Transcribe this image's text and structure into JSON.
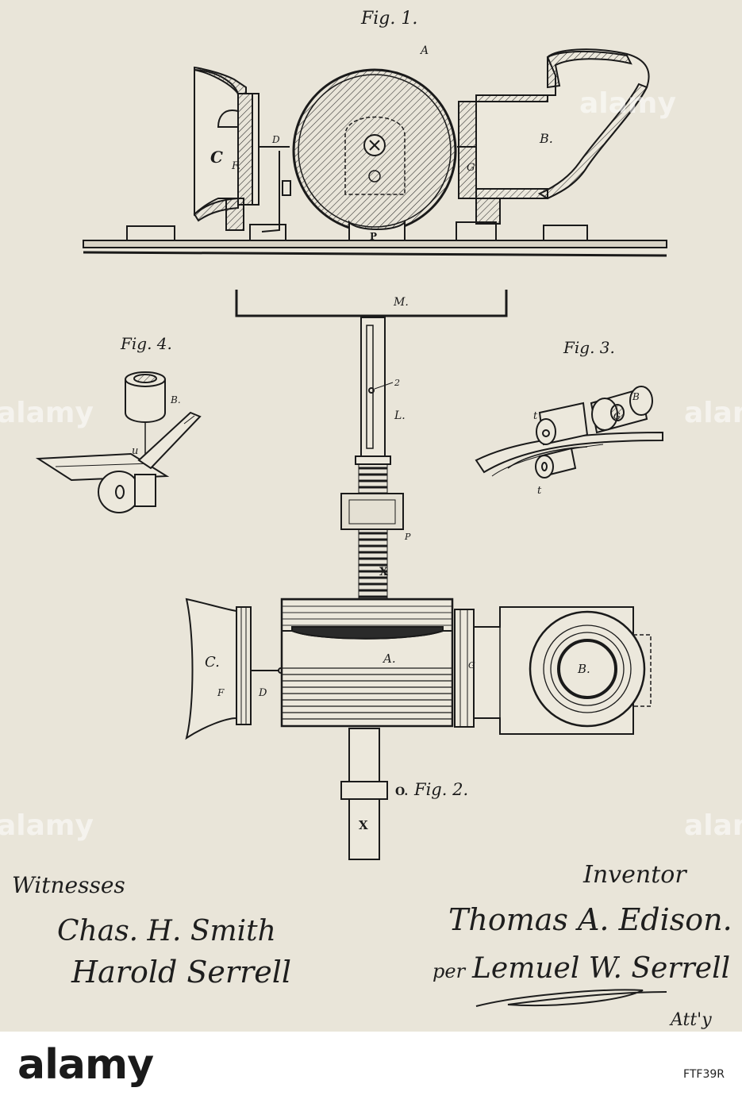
{
  "figures": {
    "fig1": "Fig. 1.",
    "fig2": "Fig. 2.",
    "fig3": "Fig. 3.",
    "fig4": "Fig. 4."
  },
  "labels": {
    "fig1": {
      "A": "A",
      "B": "B.",
      "C": "C",
      "D": "D",
      "F": "F.",
      "G": "G",
      "P": "P"
    },
    "middle": {
      "M": "M.",
      "two": "2",
      "L": "L.",
      "P": "P",
      "X": "X"
    },
    "fig2": {
      "A": "A.",
      "B": "B.",
      "C": "C.",
      "F": "F",
      "D": "D",
      "G": "G",
      "O": "O.",
      "X": "X"
    },
    "fig3": {
      "B": "B",
      "t1": "t",
      "t2": "t",
      "G": "G"
    },
    "fig4": {
      "B": "B.",
      "u": "u"
    }
  },
  "witnesses": {
    "heading": "Witnesses",
    "names": [
      "Chas. H. Smith",
      "Harold Serrell"
    ]
  },
  "inventor": {
    "heading": "Inventor",
    "name": "Thomas A. Edison.",
    "per": "per",
    "attorney": "Lemuel W. Serrell",
    "att": "Att'y"
  },
  "stock": {
    "logo": "alamy",
    "image_id": "FTF39R",
    "watermark": "alamy"
  }
}
